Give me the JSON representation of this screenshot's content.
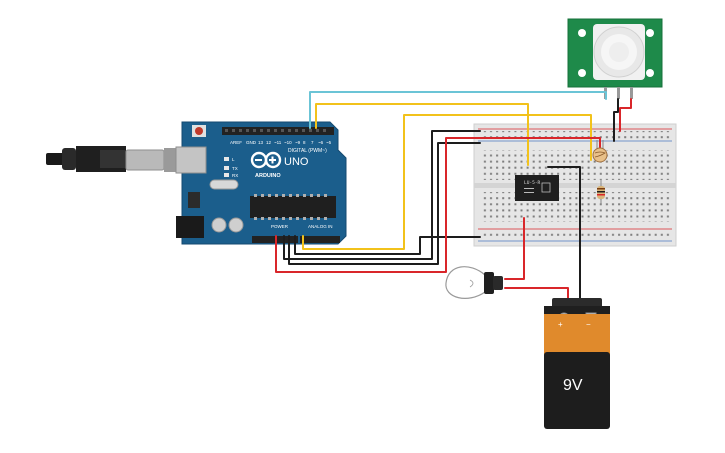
{
  "arduino": {
    "brand": "ARDUINO",
    "model": "UNO",
    "digital_label": "DIGITAL (PWM~)",
    "power_label": "POWER",
    "analog_label": "ANALOG IN",
    "tx_label": "TX",
    "rx_label": "RX",
    "l_label": "L"
  },
  "relay": {
    "text": "LU-5-R"
  },
  "battery": {
    "voltage": "9V",
    "plus": "+",
    "minus": "−"
  },
  "colors": {
    "wire_red": "#d9262a",
    "wire_black": "#1d1d1d",
    "wire_yellow": "#f2c21b",
    "wire_cyan": "#6bc4d6",
    "arduino_blue": "#1b5e8c",
    "pir_green": "#1e8a4a",
    "battery_orange": "#e08a2c"
  }
}
